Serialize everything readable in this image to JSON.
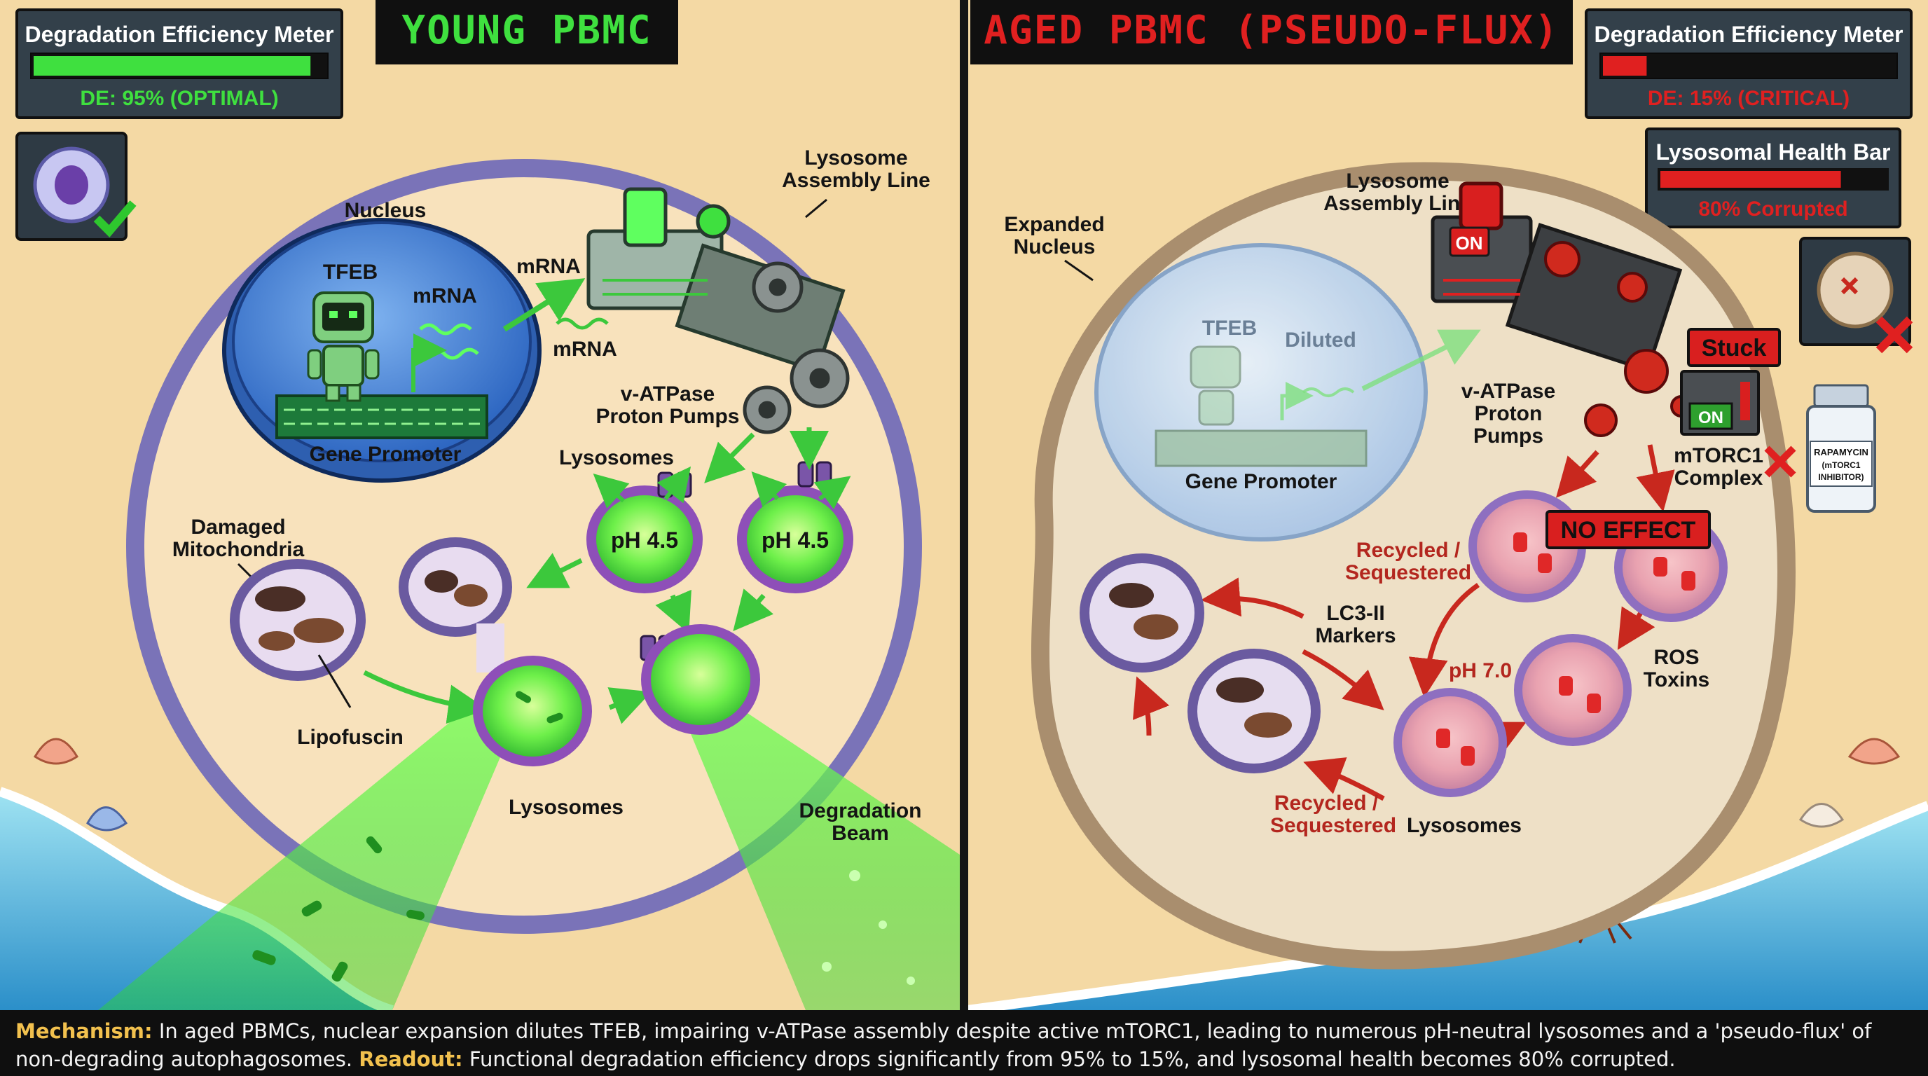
{
  "young": {
    "title": "YOUNG PBMC",
    "meter": {
      "title": "Degradation Efficiency Meter",
      "readout": "DE: 95% (OPTIMAL)",
      "value": 0.95
    },
    "labels": {
      "nucleus": "Nucleus",
      "tfeb": "TFEB",
      "mrna_nuclear": "mRNA",
      "gene_promoter": "Gene Promoter",
      "mrna_arrow": "mRNA",
      "mrna_strand": "mRNA",
      "assembly_line_1": "Lysosome",
      "assembly_line_2": "Assembly Line",
      "vatpase_1": "v-ATPase",
      "vatpase_2": "Proton Pumps",
      "lysosomes_top": "Lysosomes",
      "ph_left": "pH 4.5",
      "ph_right": "pH 4.5",
      "damaged_1": "Damaged",
      "damaged_2": "Mitochondria",
      "lipofuscin": "Lipofuscin",
      "lysosomes_bottom": "Lysosomes",
      "beam_1": "Degradation",
      "beam_2": "Beam"
    }
  },
  "aged": {
    "title": "AGED PBMC (PSEUDO-FLUX)",
    "meter": {
      "title": "Degradation Efficiency Meter",
      "readout": "DE: 15% (CRITICAL)",
      "value": 0.15
    },
    "health": {
      "title": "Lysosomal Health Bar",
      "readout": "80% Corrupted",
      "value": 0.8
    },
    "labels": {
      "expanded_1": "Expanded",
      "expanded_2": "Nucleus",
      "tfeb": "TFEB",
      "diluted": "Diluted",
      "gene_promoter": "Gene Promoter",
      "assembly_line_1": "Lysosome",
      "assembly_line_2": "Assembly Line",
      "on_switch": "ON",
      "vatpase_1": "v-ATPase",
      "vatpase_2": "Proton",
      "vatpase_3": "Pumps",
      "stuck": "Stuck",
      "mtorc_on": "ON",
      "mtorc_1": "mTORC1",
      "mtorc_2": "Complex",
      "rapamycin_1": "RAPAMYCIN",
      "rapamycin_2": "(mTORC1",
      "rapamycin_3": "INHIBITOR)",
      "no_effect": "NO EFFECT",
      "recycled_top_1": "Recycled /",
      "recycled_top_2": "Sequestered",
      "lc3_1": "LC3-II",
      "lc3_2": "Markers",
      "ph_neutral": "pH 7.0",
      "ros_1": "ROS",
      "ros_2": "Toxins",
      "recycled_bottom_1": "Recycled /",
      "recycled_bottom_2": "Sequestered",
      "lysosomes": "Lysosomes"
    }
  },
  "caption": {
    "mechanism_key": "Mechanism:",
    "mechanism_text": "In aged PBMCs, nuclear expansion dilutes TFEB, impairing v-ATPase assembly despite active mTORC1, leading to numerous pH-neutral lysosomes and a 'pseudo-flux' of non-degrading autophagosomes.",
    "readout_key": "Readout:",
    "readout_text": "Functional degradation efficiency drops significantly from 95% to 15%, and lysosomal health becomes 80% corrupted."
  },
  "colors": {
    "sand": "#f4d9a4",
    "young_green": "#3fe03f",
    "aged_red": "#e02020",
    "lysosome_purple": "#8e4fb8"
  }
}
